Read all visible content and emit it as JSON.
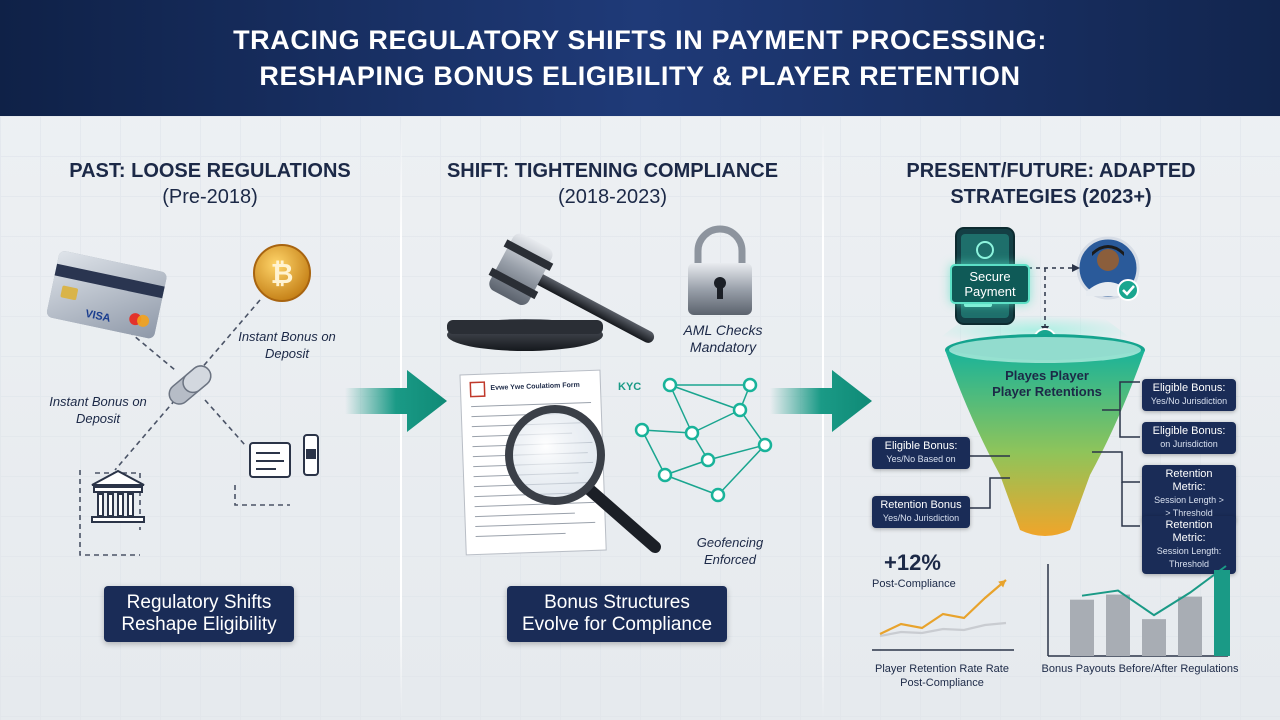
{
  "header": {
    "line1": "TRACING REGULATORY SHIFTS IN PAYMENT PROCESSING:",
    "line2": "RESHAPING BONUS ELIGIBILITY & PLAYER RETENTION"
  },
  "columns": {
    "past": {
      "title": "PAST: LOOSE REGULATIONS",
      "subtitle": "(Pre-2018)",
      "card_brand": "VISA",
      "label_right": "Instant Bonus on Deposit",
      "label_left": "Instant Bonus on Deposit",
      "pill_line1": "Regulatory Shifts",
      "pill_line2": "Reshape Eligibility"
    },
    "shift": {
      "title": "SHIFT: TIGHTENING COMPLIANCE",
      "subtitle": "(2018-2023)",
      "doc_title": "Evwe Ywe Coulatiom Form",
      "doc_tag": "KYC",
      "aml_line1": "AML Checks",
      "aml_line2": "Mandatory",
      "geo_line1": "Geofencing",
      "geo_line2": "Enforced",
      "pill_line1": "Bonus Structures",
      "pill_line2": "Evolve for Compliance"
    },
    "present": {
      "title_line1": "PRESENT/FUTURE: ADAPTED",
      "title_line2": "STRATEGIES (2023+)",
      "secure_line1": "Secure",
      "secure_line2": "Payment",
      "funnel_line1": "Playes Player",
      "funnel_line2": "Player Retentions",
      "left_boxes": [
        {
          "line1": "Eligible Bonus:",
          "line2": "Yes/No Based on"
        },
        {
          "line1": "Retention Bonus",
          "line2": "Yes/No Jurisdiction"
        }
      ],
      "right_boxes": [
        {
          "line1": "Eligible Bonus:",
          "line2": "Yes/No Jurisdiction"
        },
        {
          "line1": "Eligible Bonus:",
          "line2": "on Jurisdiction"
        },
        {
          "line1": "Retention Metric:",
          "line2": "Session Length >",
          "line3": "> Threshold"
        },
        {
          "line1": "Retention Metric:",
          "line2": "Session Length: Threshold"
        }
      ]
    }
  },
  "chart_data": [
    {
      "type": "line",
      "annotation_value": "+12%",
      "annotation_label": "Post-Compliance",
      "caption_line1": "Player Retention Rate Rate",
      "caption_line2": "Post-Compliance",
      "series": [
        {
          "color": "#e8a32c",
          "values": [
            1,
            2,
            1.6,
            3.0,
            2.6,
            4.6,
            6.4
          ]
        },
        {
          "color": "#c9ccd1",
          "values": [
            0.8,
            1.2,
            1.1,
            1.5,
            1.4,
            1.9,
            2.1
          ]
        }
      ]
    },
    {
      "type": "bar",
      "caption": "Bonus Payouts Before/After Regulations",
      "values": [
        5.5,
        6.0,
        3.6,
        5.8,
        8.4
      ],
      "colors": [
        "#a8adb4",
        "#a8adb4",
        "#a8adb4",
        "#a8adb4",
        "#1a9a86"
      ],
      "trend_color": "#1a9a86"
    }
  ]
}
